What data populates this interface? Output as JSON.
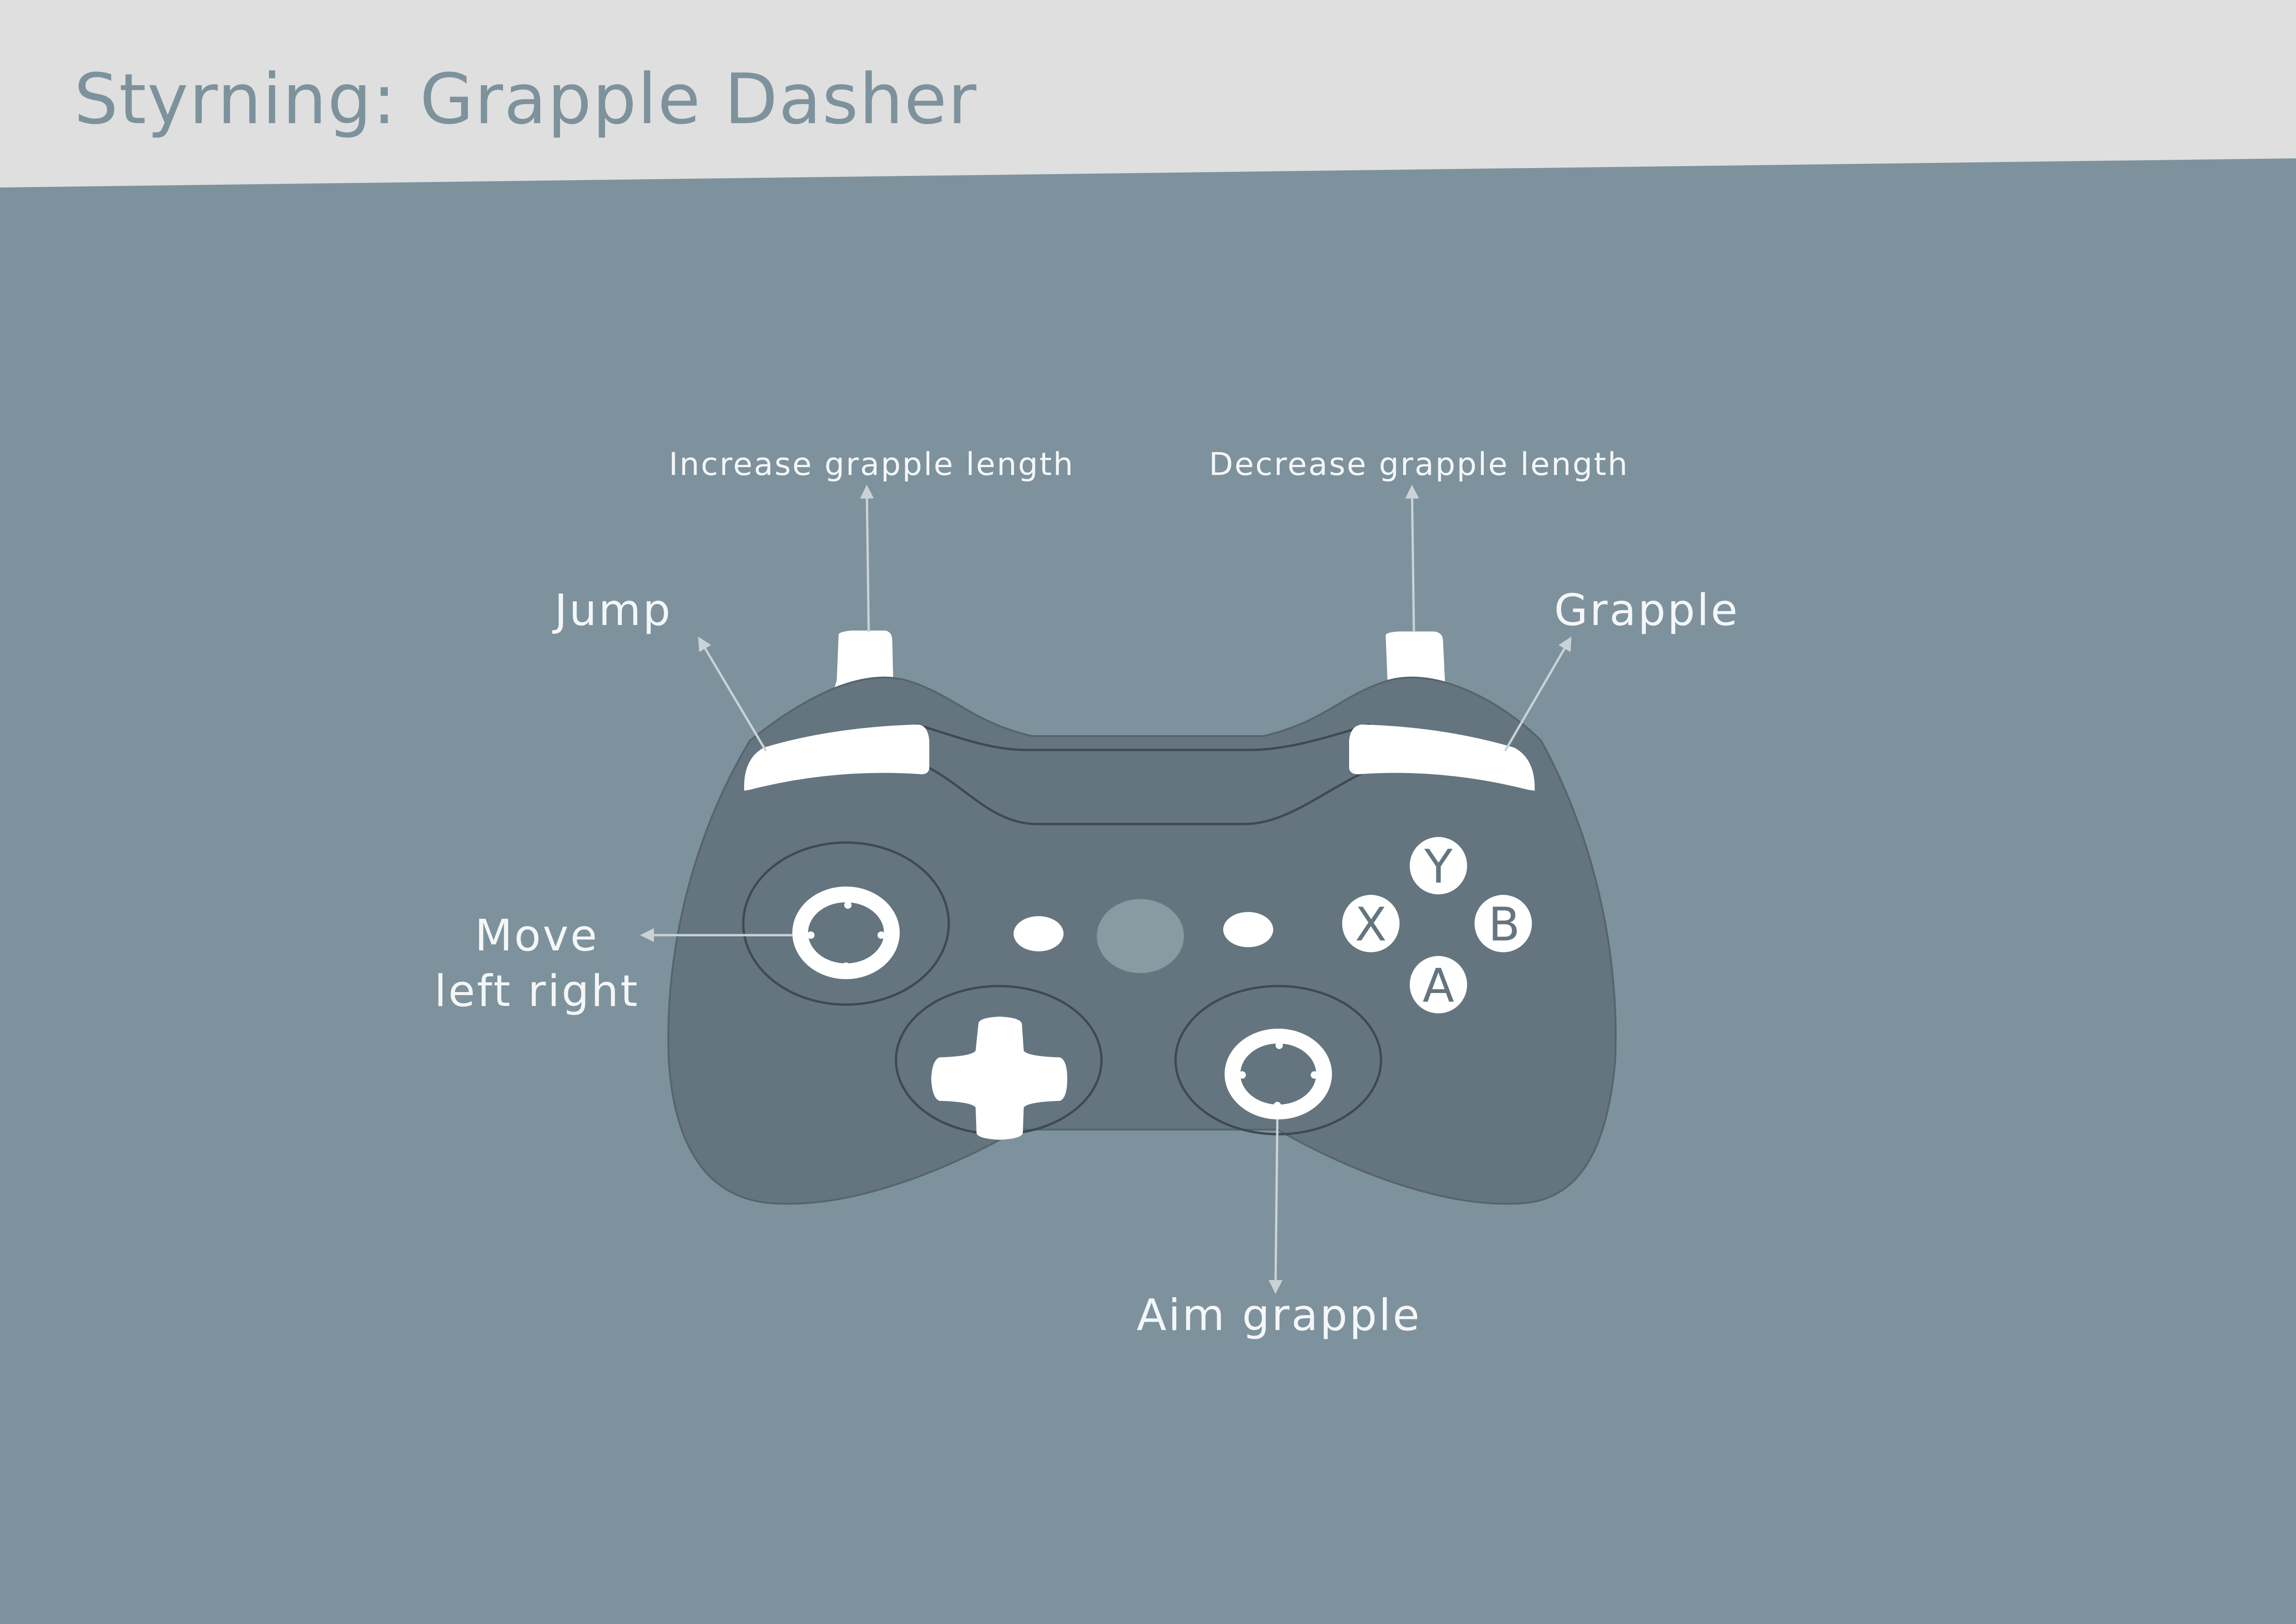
{
  "header": {
    "title": "Styrning: Grapple Dasher"
  },
  "labels": {
    "left_trigger": "Increase grapple length",
    "right_trigger": "Decrease grapple length",
    "left_bumper": "Jump",
    "right_bumper": "Grapple",
    "left_stick_line1": "Move",
    "left_stick_line2": "left right",
    "right_stick": "Aim grapple"
  },
  "face_buttons": {
    "y": "Y",
    "x": "X",
    "b": "B",
    "a": "A"
  },
  "colors": {
    "background": "#7d929c",
    "header_band": "#dfdfdf",
    "controller_body": "#64757f",
    "controller_outline": "#3e4a51",
    "highlight": "#ffffff",
    "guide_button": "#8a9aa2",
    "leader_lines": "#c9d2d6"
  }
}
